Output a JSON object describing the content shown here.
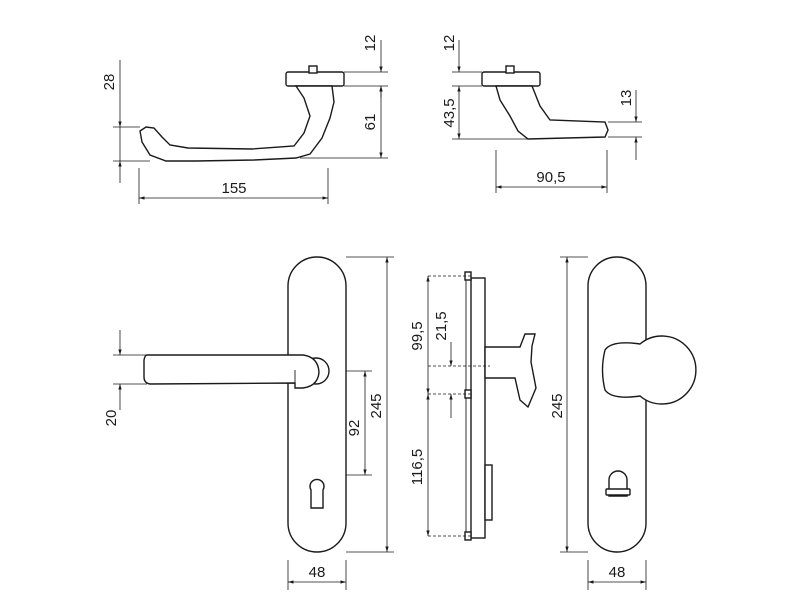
{
  "dimensions": {
    "top_lever_height_28": "28",
    "top_lever_thickness_20": "",
    "top_lever_rose_12": "12",
    "top_lever_height_61": "61",
    "top_lever_length_155": "155",
    "side_rose_12": "12",
    "side_height_43_5": "43,5",
    "side_end_13": "13",
    "side_length_90_5": "90,5",
    "front_lever_20": "20",
    "front_distance_92": "92",
    "front_plate_245": "245",
    "front_plate_width_48": "48",
    "section_99_5": "99,5",
    "section_21_5": "21,5",
    "section_116_5": "116,5",
    "knob_plate_245": "245",
    "knob_plate_width_48": "48"
  }
}
